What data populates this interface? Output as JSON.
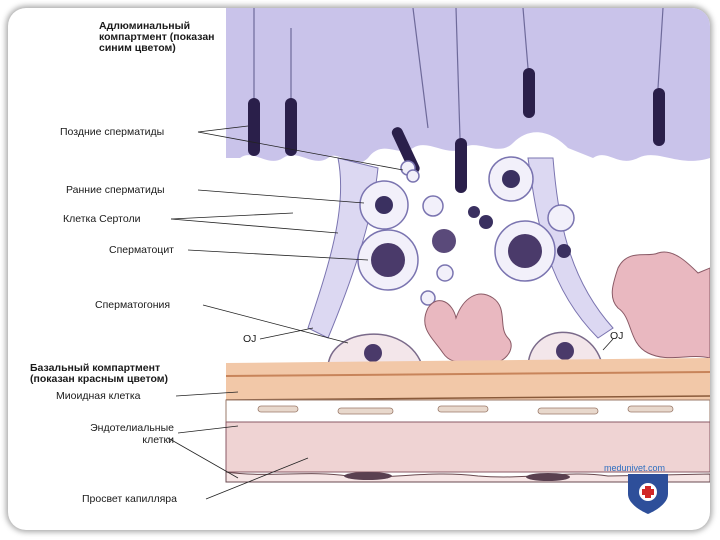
{
  "headings": {
    "adluminal": [
      "Адлюминальный",
      "компартмент (показан",
      "синим цветом)"
    ],
    "basal": [
      "Базальный компартмент",
      "(показан красным цветом)"
    ]
  },
  "labels": {
    "late_spermatids": "Поздние сперматиды",
    "early_spermatids": "Ранние сперматиды",
    "sertoli_cell": "Клетка Сертоли",
    "spermatocyte": "Сперматоцит",
    "spermatogonia": "Сперматогония",
    "oj_left": "OJ",
    "oj_right": "OJ",
    "myoid_cell": "Миоидная клетка",
    "endothelial_cells": [
      "Эндотелиальные",
      "клетки"
    ],
    "capillary_lumen": "Просвет капилляра"
  },
  "watermark": "medunivet.com",
  "colors": {
    "adluminal": "#c9c3ea",
    "basal": "#f2c8a8",
    "capillary": "#efd3d3",
    "spermatid_head": "#2a1f4a",
    "tissue_pink": "#e9b8c0"
  }
}
